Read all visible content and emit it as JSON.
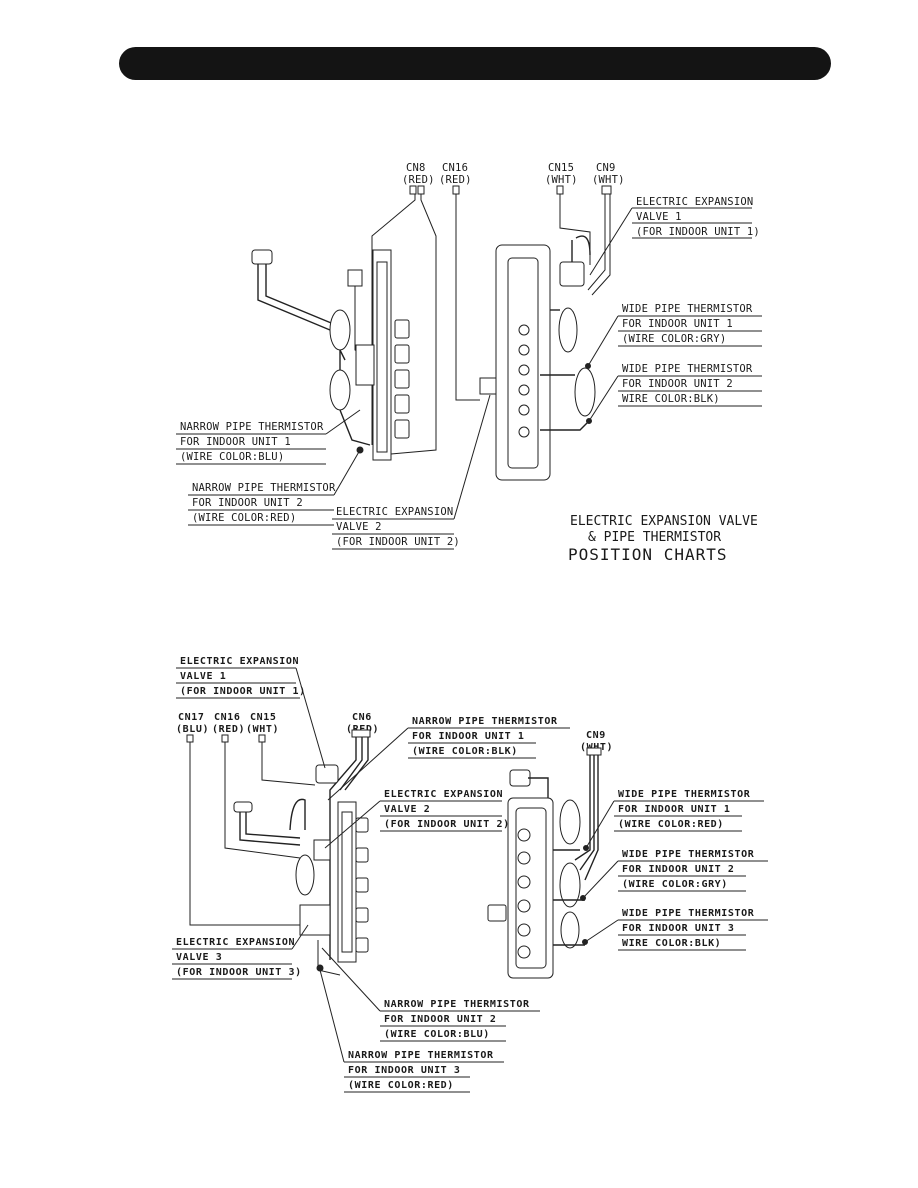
{
  "diagram_1": {
    "connectors": [
      {
        "id": "cn8",
        "name": "CN8",
        "color": "(RED)"
      },
      {
        "id": "cn16",
        "name": "CN16",
        "color": "(RED)"
      },
      {
        "id": "cn15",
        "name": "CN15",
        "color": "(WHT)"
      },
      {
        "id": "cn9",
        "name": "CN9",
        "color": "(WHT)"
      }
    ],
    "callouts": {
      "eev1": [
        "ELECTRIC EXPANSION",
        "VALVE 1",
        "(FOR INDOOR UNIT 1)"
      ],
      "wide1": [
        "WIDE PIPE THERMISTOR",
        "FOR INDOOR UNIT 1",
        "(WIRE COLOR:GRY)"
      ],
      "wide2": [
        "WIDE PIPE THERMISTOR",
        "FOR INDOOR UNIT 2",
        "WIRE COLOR:BLK)"
      ],
      "narrow1": [
        "NARROW PIPE THERMISTOR",
        "FOR INDOOR UNIT 1",
        "(WIRE COLOR:BLU)"
      ],
      "narrow2": [
        "NARROW PIPE THERMISTOR",
        "FOR INDOOR UNIT 2",
        "(WIRE COLOR:RED)"
      ],
      "eev2": [
        "ELECTRIC EXPANSION",
        "VALVE 2",
        "(FOR INDOOR UNIT 2)"
      ]
    },
    "chart_title": [
      "ELECTRIC EXPANSION VALVE",
      "& PIPE THERMISTOR",
      "POSITION CHARTS"
    ]
  },
  "diagram_2": {
    "connectors": [
      {
        "id": "cn17",
        "name": "CN17",
        "color": "(BLU)"
      },
      {
        "id": "cn16",
        "name": "CN16",
        "color": "(RED)"
      },
      {
        "id": "cn15",
        "name": "CN15",
        "color": "(WHT)"
      },
      {
        "id": "cn6",
        "name": "CN6",
        "color": "(RED)"
      },
      {
        "id": "cn9",
        "name": "CN9",
        "color": "(WHT)"
      }
    ],
    "callouts": {
      "eev1": [
        "ELECTRIC EXPANSION",
        "VALVE 1",
        "(FOR INDOOR UNIT 1)"
      ],
      "narrow1": [
        "NARROW PIPE THERMISTOR",
        "FOR INDOOR UNIT 1",
        "(WIRE COLOR:BLK)"
      ],
      "eev2": [
        "ELECTRIC EXPANSION",
        "VALVE 2",
        "(FOR INDOOR UNIT 2)"
      ],
      "wide1": [
        "WIDE PIPE THERMISTOR",
        "FOR INDOOR UNIT 1",
        "(WIRE COLOR:RED)"
      ],
      "wide2": [
        "WIDE PIPE THERMISTOR",
        "FOR INDOOR UNIT 2",
        "(WIRE COLOR:GRY)"
      ],
      "wide3": [
        "WIDE PIPE THERMISTOR",
        "FOR INDOOR UNIT 3",
        "WIRE COLOR:BLK)"
      ],
      "eev3": [
        "ELECTRIC EXPANSION",
        "VALVE 3",
        "(FOR INDOOR UNIT 3)"
      ],
      "narrow2": [
        "NARROW PIPE THERMISTOR",
        "FOR INDOOR UNIT 2",
        "(WIRE COLOR:BLU)"
      ],
      "narrow3": [
        "NARROW PIPE THERMISTOR",
        "FOR INDOOR UNIT 3",
        "(WIRE COLOR:RED)"
      ]
    }
  }
}
